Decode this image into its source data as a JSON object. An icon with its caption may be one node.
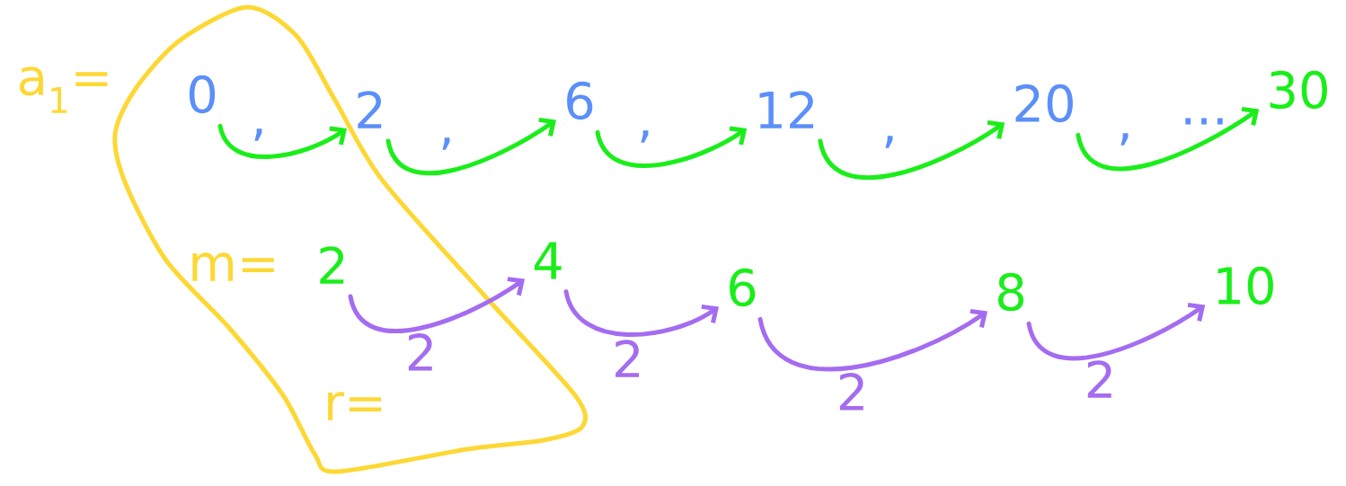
{
  "diagram": {
    "nodes": [
      {
        "text": [],
        "shape": "loop"
      },
      {
        "text": [
          "0"
        ],
        "in": 0
      },
      {
        "text": [
          "2"
        ]
      },
      {
        "text": [
          "6"
        ]
      },
      {
        "text": [
          "12"
        ]
      },
      {
        "text": [
          "20"
        ]
      },
      {
        "text": [
          "30"
        ]
      },
      {
        "text": [
          "2"
        ],
        "in": 0
      },
      {
        "text": [
          "4"
        ]
      },
      {
        "text": [
          "6"
        ]
      },
      {
        "text": [
          "8"
        ]
      },
      {
        "text": [
          "10"
        ]
      }
    ],
    "edges": [
      {
        "from": 1,
        "to": 2,
        "arrow": "to"
      },
      {
        "from": 2,
        "to": 3,
        "arrow": "to"
      },
      {
        "from": 3,
        "to": 4,
        "arrow": "to"
      },
      {
        "from": 4,
        "to": 5,
        "arrow": "to"
      },
      {
        "from": 5,
        "to": 6,
        "arrow": "to"
      },
      {
        "from": 7,
        "to": 8,
        "arrow": "to",
        "label": "2",
        "color": "#a46cf0"
      },
      {
        "from": 8,
        "to": 9,
        "arrow": "to",
        "label": "2",
        "color": "#a46cf0"
      },
      {
        "from": 9,
        "to": 10,
        "arrow": "to",
        "label": "2",
        "color": "#a46cf0"
      },
      {
        "from": 10,
        "to": 11,
        "arrow": "to",
        "label": "2",
        "color": "#a46cf0"
      }
    ],
    "labels": [
      "a$_{1}$=",
      ",",
      ",",
      ",",
      ",",
      ",",
      "...",
      "m=",
      "r="
    ]
  }
}
